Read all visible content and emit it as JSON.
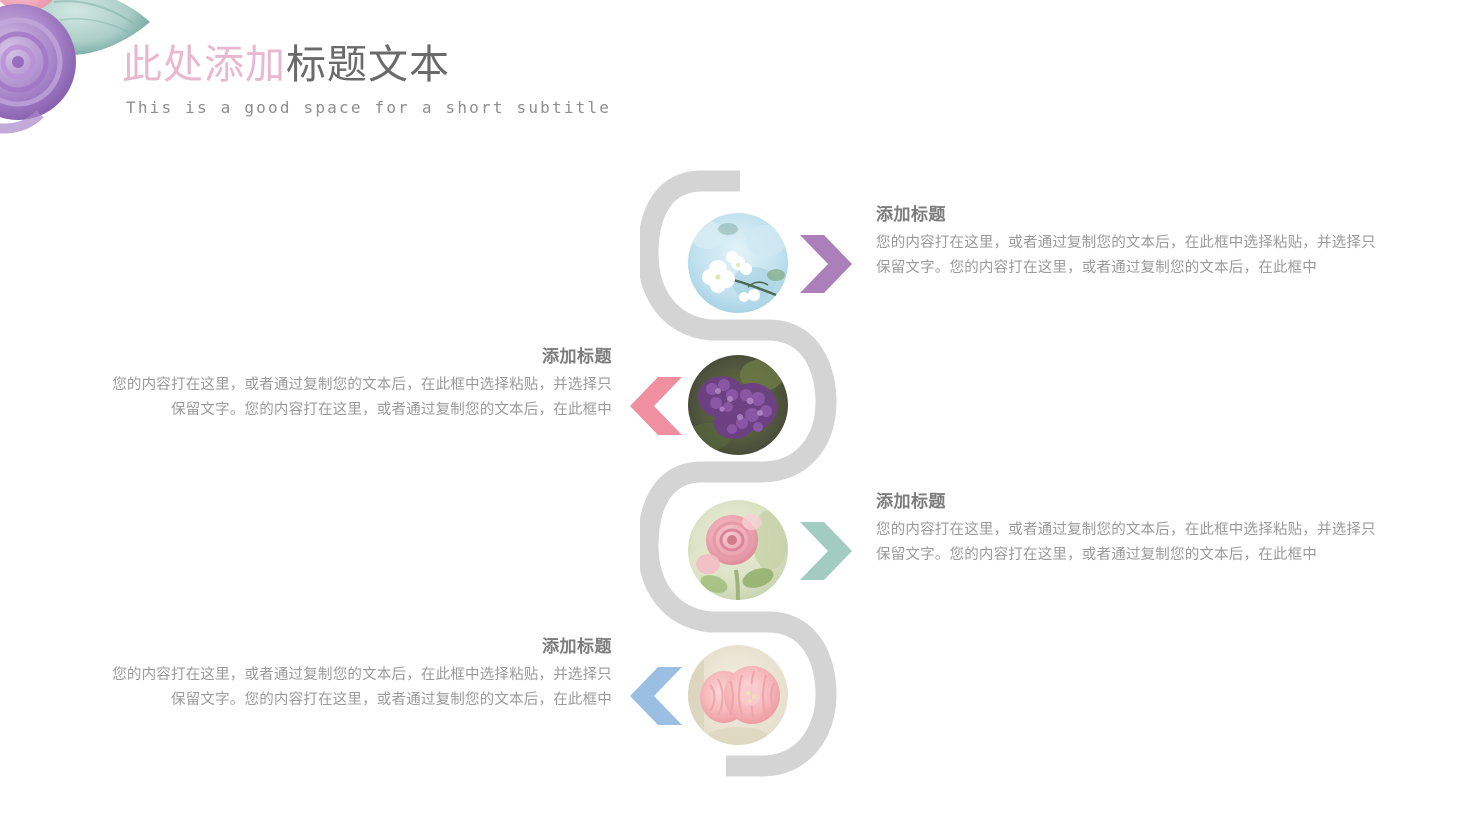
{
  "header": {
    "title_accent": "此处添加",
    "title_main": "标题文本",
    "subtitle": "This is a good space for a short subtitle"
  },
  "colors": {
    "title_accent": "#e8b9ce",
    "title_main": "#6a6a6a",
    "subtitle": "#8e8e8e",
    "ribbon": "#d4d4d4",
    "block_title": "#7c7c7c",
    "block_body": "#9a9a9a",
    "arrow_purple": "#ab7fba",
    "arrow_pink": "#ef8fa0",
    "arrow_teal": "#a3ccc0",
    "arrow_blue": "#9bbfe3"
  },
  "items": [
    {
      "title": "添加标题",
      "body": "您的内容打在这里，或者通过复制您的文本后，在此框中选择粘贴，并选择只保留文字。您的内容打在这里，或者通过复制您的文本后，在此框中",
      "side": "right",
      "arrow_color": "#ab7fba",
      "arrow_direction": "right",
      "image": "white-blossom-photo"
    },
    {
      "title": "添加标题",
      "body": "您的内容打在这里，或者通过复制您的文本后，在此框中选择粘贴，并选择只保留文字。您的内容打在这里，或者通过复制您的文本后，在此框中",
      "side": "left",
      "arrow_color": "#ef8fa0",
      "arrow_direction": "left",
      "image": "purple-lilac-photo"
    },
    {
      "title": "添加标题",
      "body": "您的内容打在这里，或者通过复制您的文本后，在此框中选择粘贴，并选择只保留文字。您的内容打在这里，或者通过复制您的文本后，在此框中",
      "side": "right",
      "arrow_color": "#a3ccc0",
      "arrow_direction": "right",
      "image": "pink-rose-photo"
    },
    {
      "title": "添加标题",
      "body": "您的内容打在这里，或者通过复制您的文本后，在此框中选择粘贴，并选择只保留文字。您的内容打在这里，或者通过复制您的文本后，在此框中",
      "side": "left",
      "arrow_color": "#9bbfe3",
      "arrow_direction": "left",
      "image": "pink-carnation-photo"
    }
  ]
}
